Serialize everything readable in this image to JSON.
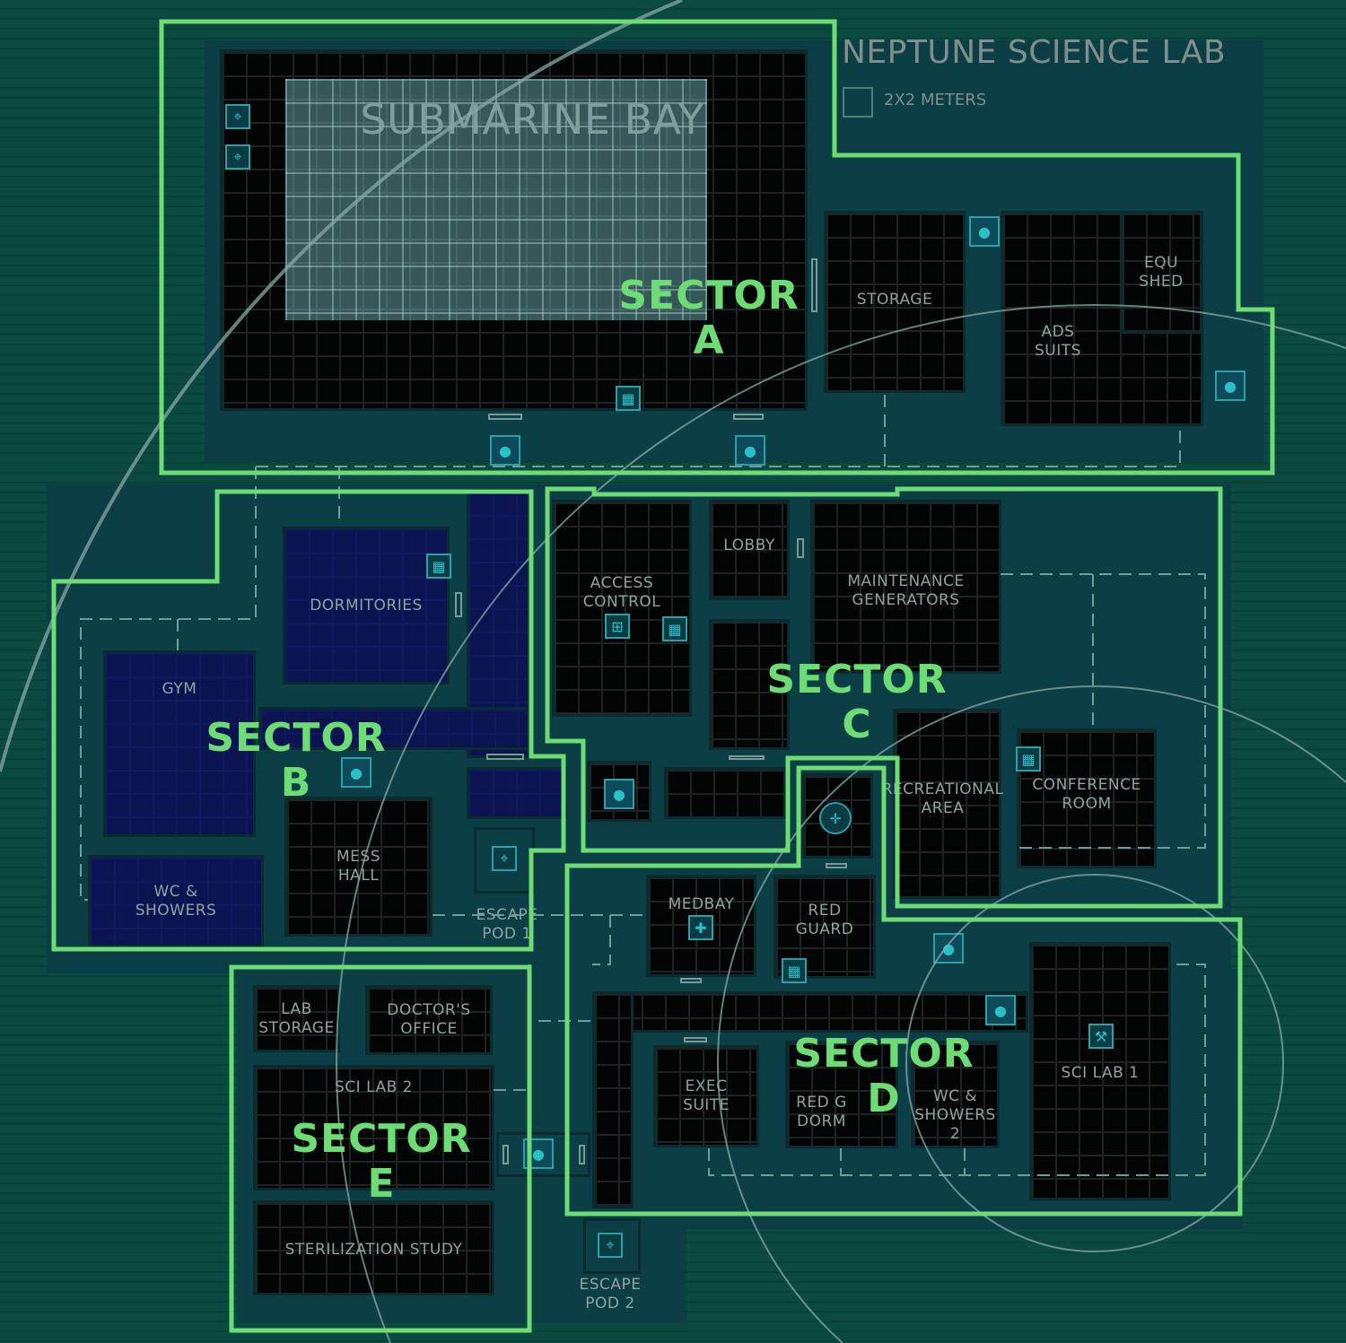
{
  "map": {
    "title": "NEPTUNE SCIENCE LAB",
    "scale_label": "2X2 METERS"
  },
  "colors": {
    "sector_outline": "#6ddc74",
    "room": "#030404",
    "crew_room": "#0b1450",
    "background": "#0b4a40"
  },
  "sectors": [
    {
      "label": "SECTOR\nA"
    },
    {
      "label": "SECTOR\nB"
    },
    {
      "label": "SECTOR\nC"
    },
    {
      "label": "SECTOR\nD"
    },
    {
      "label": "SECTOR\nE"
    }
  ],
  "rooms": {
    "submarine_bay": "SUBMARINE BAY",
    "storage": "STORAGE",
    "ads_suits": "ADS\nSUITS",
    "equ_shed": "EQU\nSHED",
    "dormitories": "DORMITORIES",
    "gym": "GYM",
    "wc_showers": "WC &\nSHOWERS",
    "mess_hall": "MESS\nHALL",
    "escape_pod_1": "ESCAPE\nPOD 1",
    "access_control": "ACCESS\nCONTROL",
    "lobby": "LOBBY",
    "maintenance": "MAINTENANCE\nGENERATORS",
    "recreational": "RECREATIONAL\nAREA",
    "conference": "CONFERENCE\nROOM",
    "medbay": "MEDBAY",
    "red_guard": "RED\nGUARD",
    "exec_suite": "EXEC\nSUITE",
    "red_g_dorm": "RED G\nDORM",
    "wc_showers_2": "WC &\nSHOWERS\n2",
    "sci_lab_1": "SCI LAB 1",
    "lab_storage": "LAB\nSTORAGE",
    "doctors_office": "DOCTOR'S\nOFFICE",
    "sci_lab_2": "SCI LAB 2",
    "sterilization": "STERILIZATION STUDY",
    "escape_pod_2": "ESCAPE\nPOD 2"
  }
}
